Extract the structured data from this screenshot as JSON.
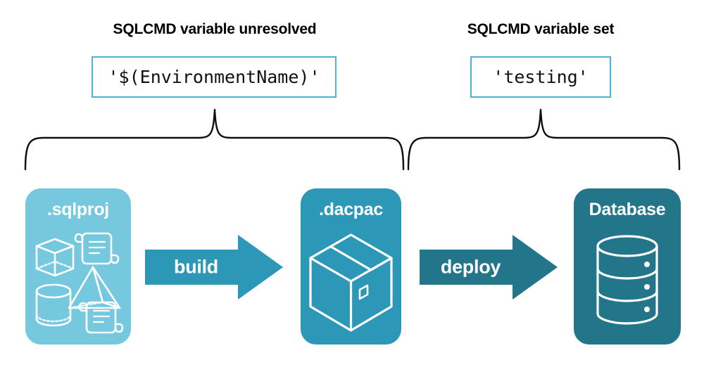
{
  "diagram": {
    "background": "#ffffff",
    "sections": [
      {
        "id": "unresolved",
        "title": "SQLCMD variable unresolved",
        "code_value": "'$(EnvironmentName)'"
      },
      {
        "id": "set",
        "title": "SQLCMD variable set",
        "code_value": "'testing'"
      }
    ],
    "stages": [
      {
        "id": "sqlproj",
        "label": ".sqlproj",
        "fill": "#76C8DE",
        "icons": [
          "cube-icon",
          "scroll-icon",
          "pyramid-icon",
          "cylinder-icon",
          "scroll-icon"
        ]
      },
      {
        "id": "dacpac",
        "label": ".dacpac",
        "fill": "#2D97B8",
        "icons": [
          "package-box-icon"
        ]
      },
      {
        "id": "database",
        "label": "Database",
        "fill": "#23768A",
        "icons": [
          "database-cylinder-icon"
        ]
      }
    ],
    "arrows": [
      {
        "id": "build",
        "label": "build",
        "fill": "#2D97B8"
      },
      {
        "id": "deploy",
        "label": "deploy",
        "fill": "#23768A"
      }
    ],
    "colors": {
      "light_blue": "#76C8DE",
      "mid_teal": "#2D97B8",
      "dark_teal": "#23768A",
      "code_border": "#4FB3CE",
      "brace_stroke": "#101010",
      "text_dark": "#000000",
      "text_light": "#ffffff"
    }
  }
}
